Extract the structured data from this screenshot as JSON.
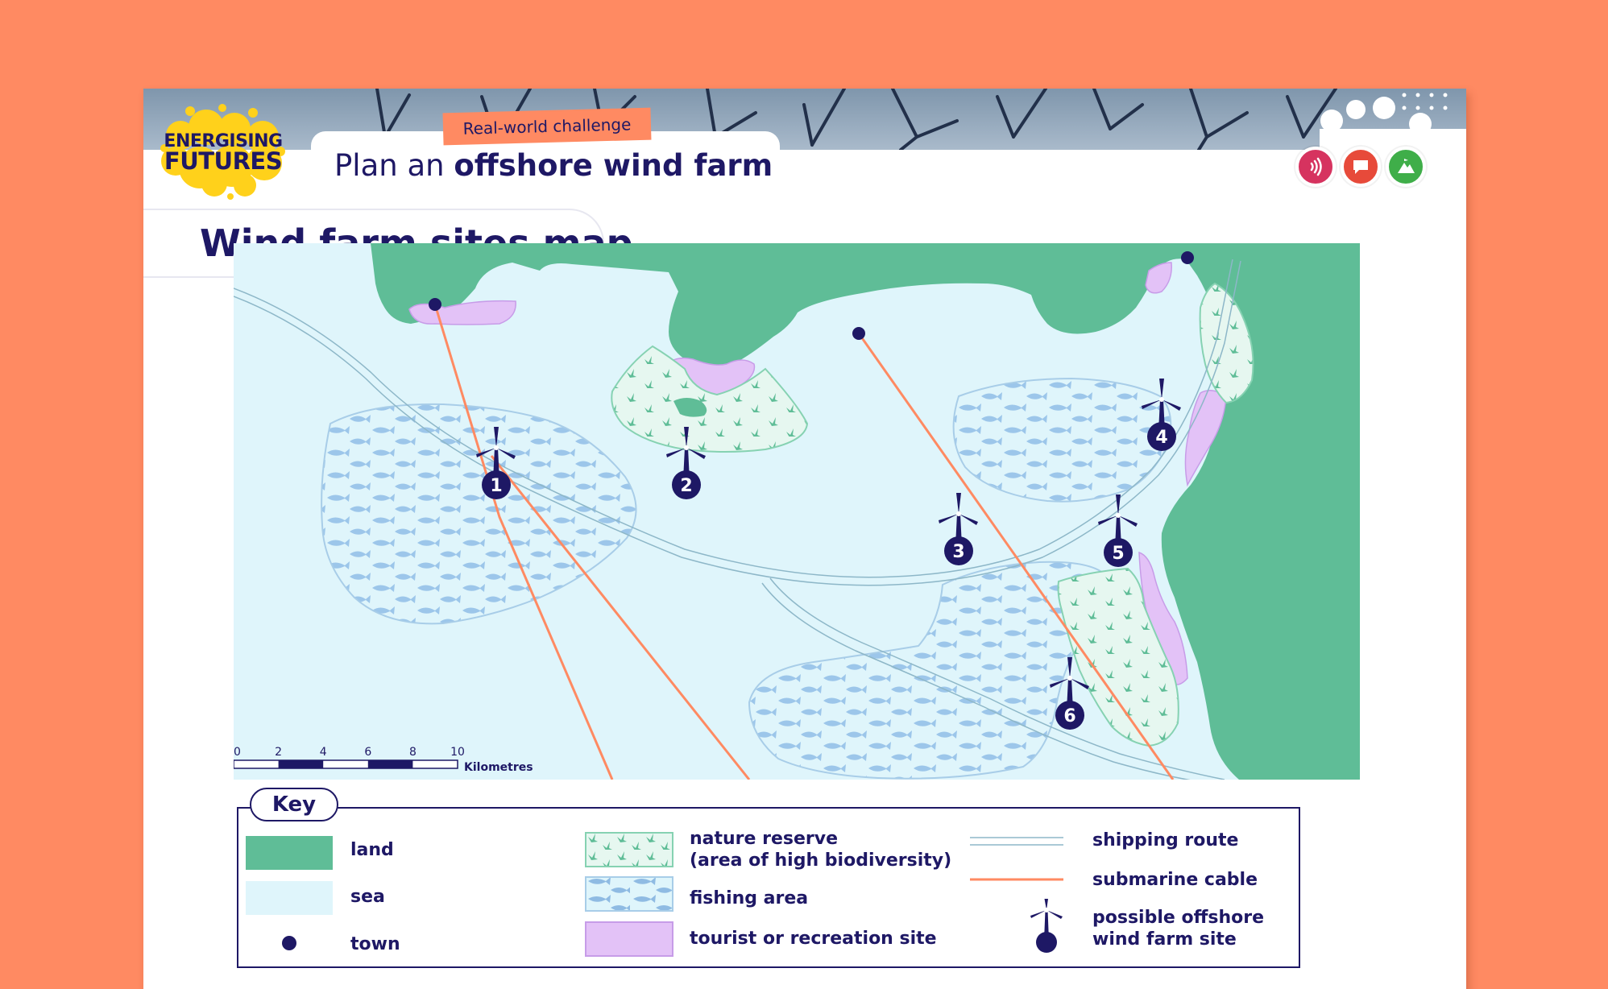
{
  "header": {
    "logo_line1": "ENERGISING",
    "logo_line2": "FUTURES",
    "challenge_tag": "Real-world challenge",
    "title_regular": "Plan an ",
    "title_bold": "offshore wind farm",
    "skills": [
      {
        "name": "listening",
        "color": "#D6335F",
        "icon": "sound-waves-icon"
      },
      {
        "name": "speaking",
        "color": "#E74A3A",
        "icon": "speech-bubble-icon"
      },
      {
        "name": "aiming-high",
        "color": "#3FAE49",
        "icon": "mountain-icon"
      }
    ]
  },
  "map_title": "Wind farm sites map",
  "map": {
    "colors": {
      "land": "#5FBD97",
      "sea": "#DFF5FB",
      "town": "#1E1865",
      "cable": "#FF8A62",
      "shipping": "#8DB7C8",
      "fishing": "#9CC6EA",
      "reserve": "#5FBD97",
      "tourist": "#E3C2F7"
    },
    "sites": [
      {
        "label": "1"
      },
      {
        "label": "2"
      },
      {
        "label": "3"
      },
      {
        "label": "4"
      },
      {
        "label": "5"
      },
      {
        "label": "6"
      }
    ],
    "scale": {
      "ticks": [
        "0",
        "2",
        "4",
        "6",
        "8",
        "10"
      ],
      "unit": "Kilometres"
    }
  },
  "key": {
    "title": "Key",
    "items": {
      "land": "land",
      "sea": "sea",
      "town": "town",
      "reserve_line1": "nature reserve",
      "reserve_line2": "(area of high biodiversity)",
      "fishing": "fishing area",
      "tourist": "tourist or recreation site",
      "shipping": "shipping route",
      "cable": "submarine cable",
      "site_line1": "possible offshore",
      "site_line2": "wind farm site"
    }
  }
}
